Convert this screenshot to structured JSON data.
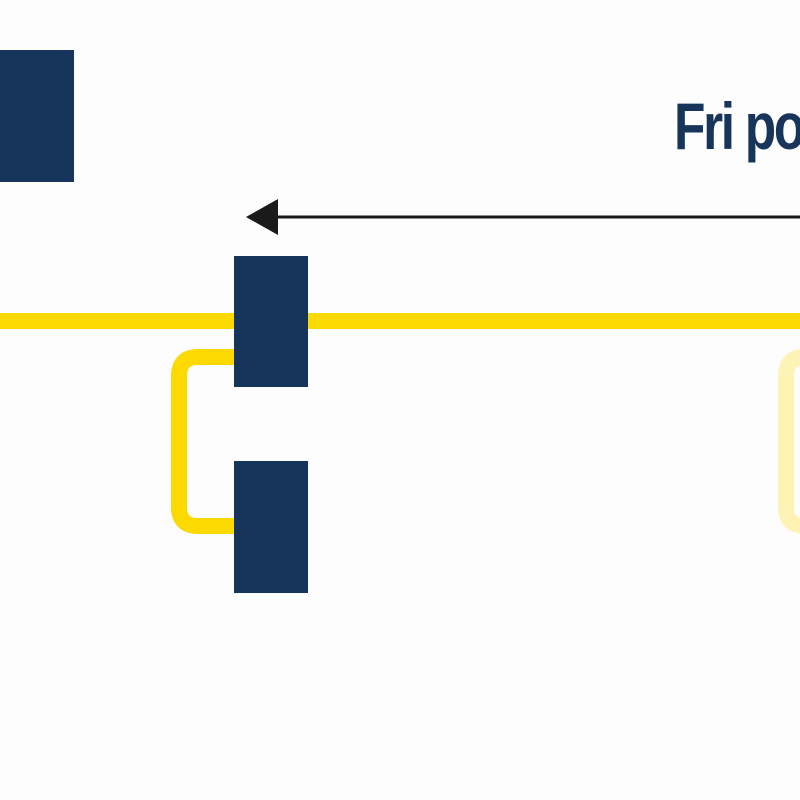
{
  "diagram": {
    "title": "Fri po",
    "colors": {
      "background": "#fdfdfd",
      "block": "#17355a",
      "track": "#fcd900",
      "track_faded": "#fdf3b5",
      "arrow": "#1a1a1a",
      "title_text": "#17355a"
    },
    "elements": [
      {
        "name": "corner-block",
        "shape": "rectangle"
      },
      {
        "name": "direction-arrow",
        "shape": "arrow",
        "direction": "left"
      },
      {
        "name": "main-track",
        "shape": "line"
      },
      {
        "name": "siding-loop",
        "shape": "bracket-path"
      },
      {
        "name": "upper-block",
        "shape": "rectangle"
      },
      {
        "name": "lower-block",
        "shape": "rectangle"
      },
      {
        "name": "faded-siding-loop",
        "shape": "bracket-path"
      }
    ]
  }
}
